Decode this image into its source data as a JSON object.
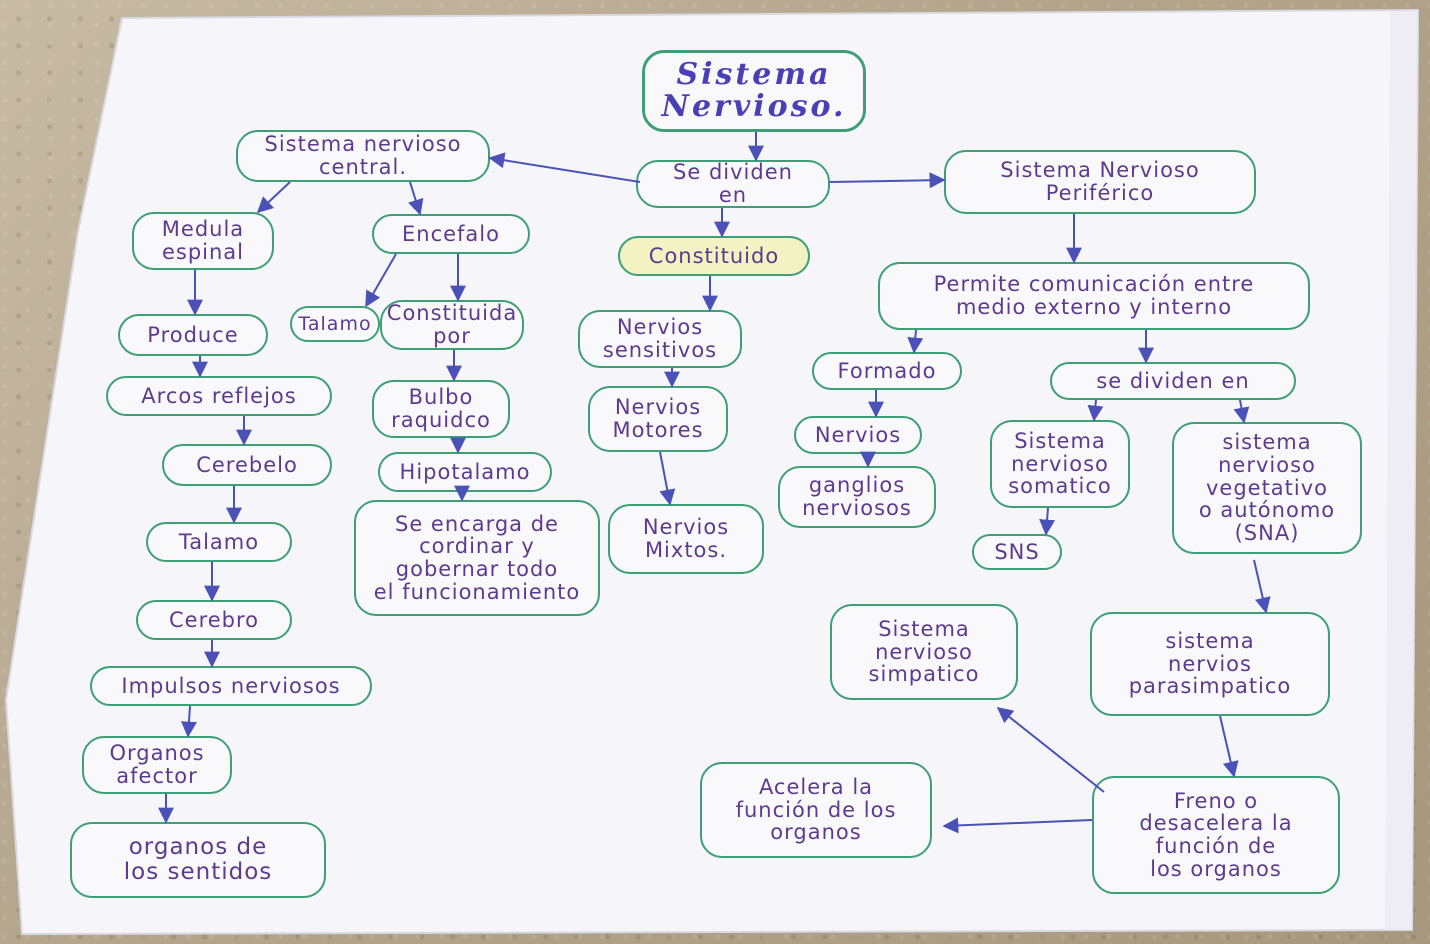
{
  "colors": {
    "ink": "#5e3a8f",
    "border": "#3e9e75",
    "arrow": "#4a52b8",
    "paper": "#f7f7fb"
  },
  "nodes": {
    "title": "Sistema\nNervioso.",
    "se_dividen_top": "Se dividen\nen",
    "snc": "Sistema nervioso\ncentral.",
    "snp": "Sistema Nervioso\nPeriférico",
    "medula": "Medula\nespinal",
    "encefalo": "Encefalo",
    "constituido": "Constituido",
    "produce": "Produce",
    "talamo_small": "Talamo",
    "constituida_por": "Constituida\npor",
    "nervios_sensitivos": "Nervios\nsensitivos",
    "arcos_reflejos": "Arcos reflejos",
    "bulbo": "Bulbo\nraquidco",
    "nervios_motores": "Nervios\nMotores",
    "cerebelo": "Cerebelo",
    "hipotalamo": "Hipotalamo",
    "se_encarga": "Se encarga de\ncordinar y\ngobernar todo\nel funcionamiento",
    "nervios_mixtos": "Nervios\nMixtos.",
    "talamo": "Talamo",
    "cerebro": "Cerebro",
    "impulsos": "Impulsos nerviosos",
    "organos_afector": "Organos\nafector",
    "organos_sentidos": "organos de\nlos sentidos",
    "permite": "Permite comunicación entre\nmedio externo y interno",
    "formado": "Formado",
    "se_dividen_en": "se dividen en",
    "nervios": "Nervios",
    "ganglios": "ganglios\nnerviosos",
    "somatico": "Sistema\nnervioso\nsomatico",
    "sns": "SNS",
    "vegetativo": "sistema\nnervioso\nvegetativo\no autónomo\n(SNA)",
    "simpatico": "Sistema\nnervioso\nsimpatico",
    "parasimpatico": "sistema\nnervios\nparasimpatico",
    "acelera": "Acelera la\nfunción de los\norganos",
    "frena": "Freno o\ndesacelera la\nfunción de\nlos organos"
  }
}
